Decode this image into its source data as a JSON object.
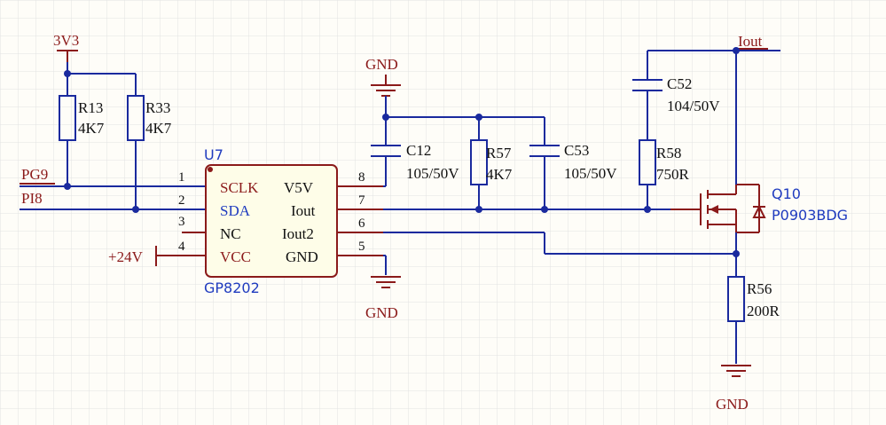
{
  "colors": {
    "wire": "#1a2a9e",
    "net_label": "#8b1a1a",
    "designator": "#1f3bbf",
    "pin_label": "#111111",
    "component_fill": "#fefde8",
    "grid": "#e2e2e2"
  },
  "nets": {
    "v3v3": "3V3",
    "pg9": "PG9",
    "pi8": "PI8",
    "v24": "+24V",
    "iout": "Iout",
    "gnd_top": "GND",
    "gnd_u7": "GND",
    "gnd_r56": "GND"
  },
  "u7": {
    "designator": "U7",
    "part": "GP8202",
    "pins": [
      {
        "num": "1",
        "name": "SCLK"
      },
      {
        "num": "2",
        "name": "SDA"
      },
      {
        "num": "3",
        "name": "NC"
      },
      {
        "num": "4",
        "name": "VCC"
      },
      {
        "num": "8",
        "name": "V5V"
      },
      {
        "num": "7",
        "name": "Iout"
      },
      {
        "num": "6",
        "name": "Iout2"
      },
      {
        "num": "5",
        "name": "GND"
      }
    ]
  },
  "components": {
    "r13": {
      "ref": "R13",
      "value": "4K7"
    },
    "r33": {
      "ref": "R33",
      "value": "4K7"
    },
    "c12": {
      "ref": "C12",
      "value": "105/50V"
    },
    "r57": {
      "ref": "R57",
      "value": "4K7"
    },
    "c53": {
      "ref": "C53",
      "value": "105/50V"
    },
    "c52": {
      "ref": "C52",
      "value": "104/50V"
    },
    "r58": {
      "ref": "R58",
      "value": "750R"
    },
    "q10": {
      "ref": "Q10",
      "value": "P0903BDG"
    },
    "r56": {
      "ref": "R56",
      "value": "200R"
    }
  }
}
